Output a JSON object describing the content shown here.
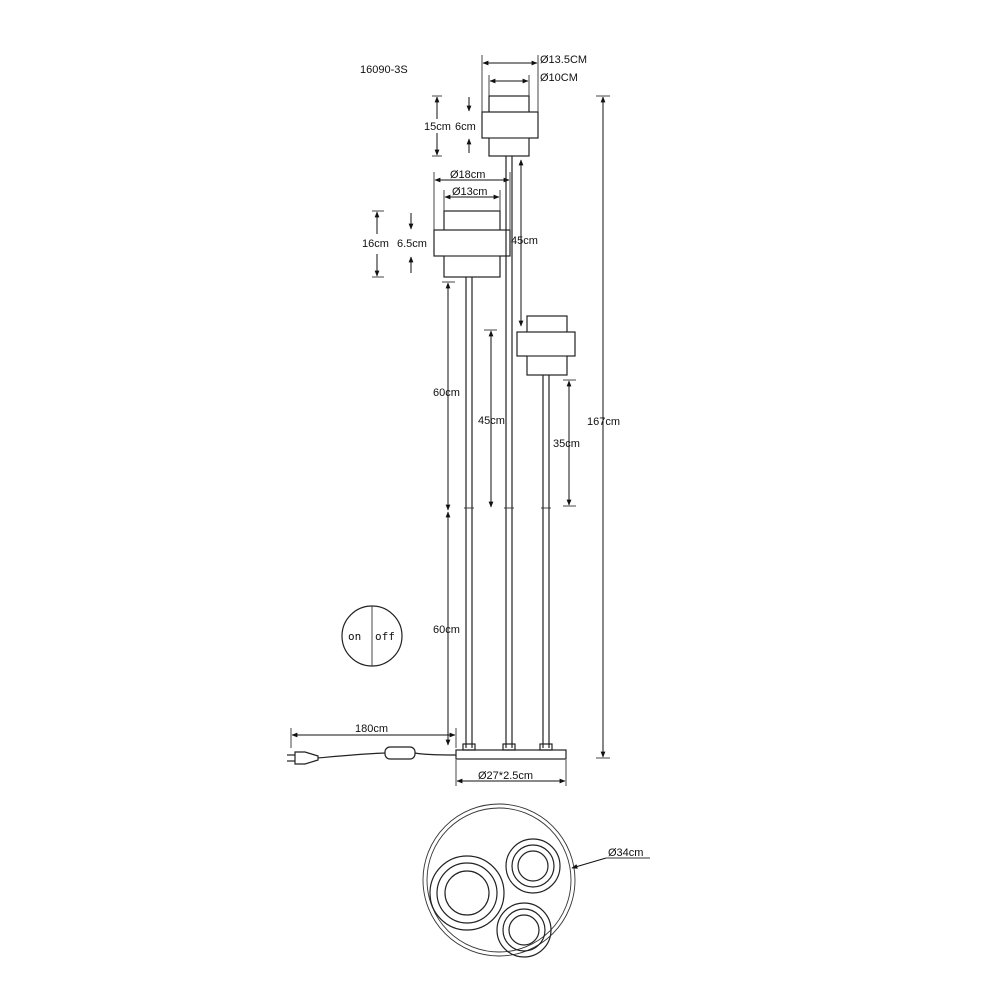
{
  "model": "16090-3S",
  "dims": {
    "top_shade_outer": "Ø13.5CM",
    "top_shade_inner": "Ø10CM",
    "top_shade_height": "15cm",
    "top_shade_band": "6cm",
    "mid_shade_outer": "Ø18cm",
    "mid_shade_inner": "Ø13cm",
    "mid_shade_height": "16cm",
    "mid_shade_band": "6.5cm",
    "rod_upper_tall": "45cm",
    "rod_upper_left": "60cm",
    "rod_upper_mid": "45cm",
    "rod_short": "35cm",
    "total_height": "167cm",
    "rod_lower": "60cm",
    "cable": "180cm",
    "base": "Ø27*2.5cm",
    "footprint": "Ø34cm"
  },
  "switch": {
    "on": "on",
    "off": "off"
  }
}
